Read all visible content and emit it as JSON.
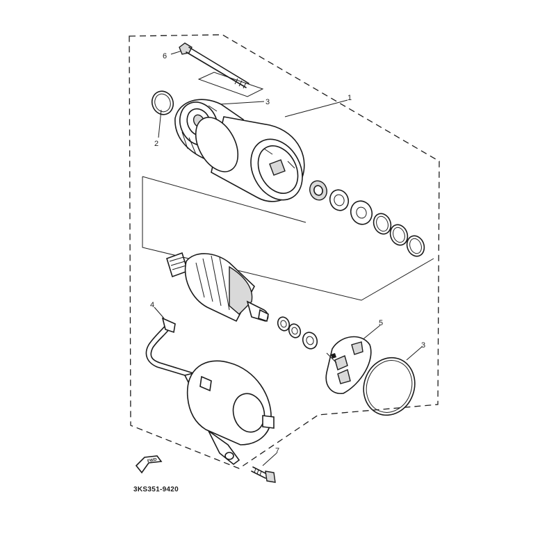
{
  "part_labels": {
    "assembly": "1",
    "o_ring_top": "2",
    "o_ring_front_cover": "3",
    "o_ring_rear": "3",
    "lead_wire": "4",
    "brush_holder": "5",
    "through_bolt": "6",
    "mount_bolt": "7"
  },
  "direction_badge": "FWD",
  "diagram_code": "3KS351-9420"
}
